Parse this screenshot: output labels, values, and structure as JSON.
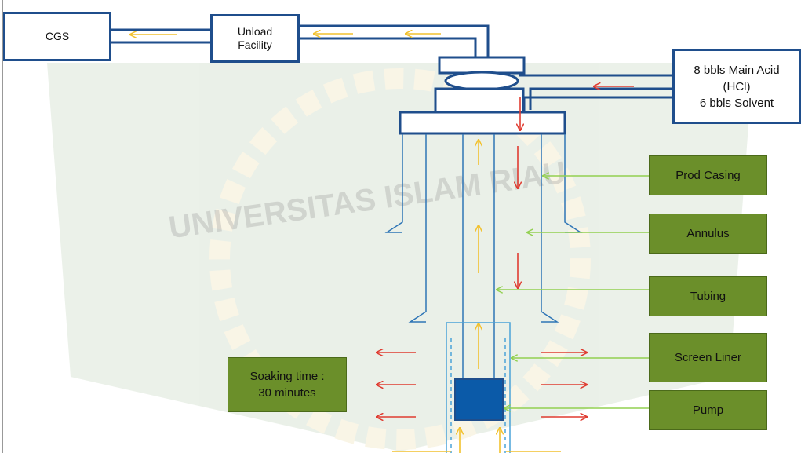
{
  "source_boxes": {
    "cgs": "CGS",
    "unload_line1": "Unload",
    "unload_line2": "Facility",
    "acid_line1": "8 bbls Main Acid",
    "acid_line2": "(HCl)",
    "acid_line3": "6 bbls Solvent"
  },
  "component_labels": {
    "prod_casing": "Prod Casing",
    "annulus": "Annulus",
    "tubing": "Tubing",
    "screen_liner": "Screen Liner",
    "pump": "Pump"
  },
  "soaking": {
    "line1": "Soaking time :",
    "line2": "30 minutes"
  },
  "watermark": "UNIVERSITAS ISLAM RIAU",
  "colors": {
    "pipe": "#1f4e8c",
    "casing": "#2e75b6",
    "screen": "#4aa3d8",
    "pump": "#0b5aa8",
    "flow_up": "#f2c12e",
    "flow_down": "#e03c31",
    "pointer": "#92d050",
    "label_bg": "#6b8f2a"
  }
}
